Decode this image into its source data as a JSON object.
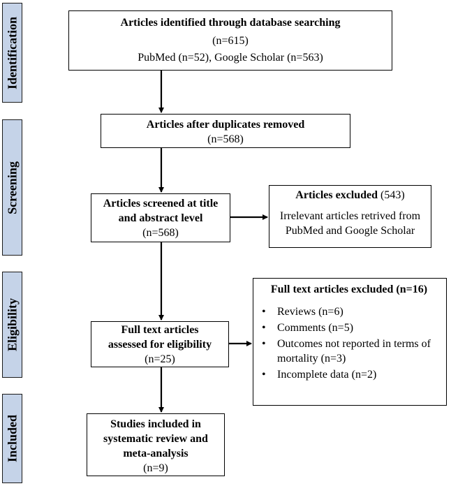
{
  "phases": {
    "identification": "Identification",
    "screening": "Screening",
    "eligibility": "Eligibility",
    "included": "Included"
  },
  "identified": {
    "title": "Articles identified through database searching",
    "count": "(n=615)",
    "sources": "PubMed (n=52), Google Scholar (n=563)"
  },
  "duplicates": {
    "title": "Articles after duplicates removed",
    "count": "(n=568)"
  },
  "screened": {
    "line1": "Articles screened at title",
    "line2": "and abstract level",
    "count": "(n=568)"
  },
  "excluded_screen": {
    "title": "Articles excluded",
    "count": "(543)",
    "line1": "Irrelevant articles retrived from",
    "line2": "PubMed and Google Scholar"
  },
  "fulltext": {
    "line1": "Full text articles",
    "line2": "assessed for eligibility",
    "count": "(n=25)"
  },
  "excluded_full": {
    "title": "Full text articles excluded (n=16)",
    "items": [
      "Reviews (n=6)",
      "Comments (n=5)",
      "Outcomes not reported in terms of mortality (n=3)",
      "Incomplete data (n=2)"
    ]
  },
  "included": {
    "line1": "Studies included in",
    "line2": "systematic review and",
    "line3": "meta-analysis",
    "count": "(n=9)"
  }
}
